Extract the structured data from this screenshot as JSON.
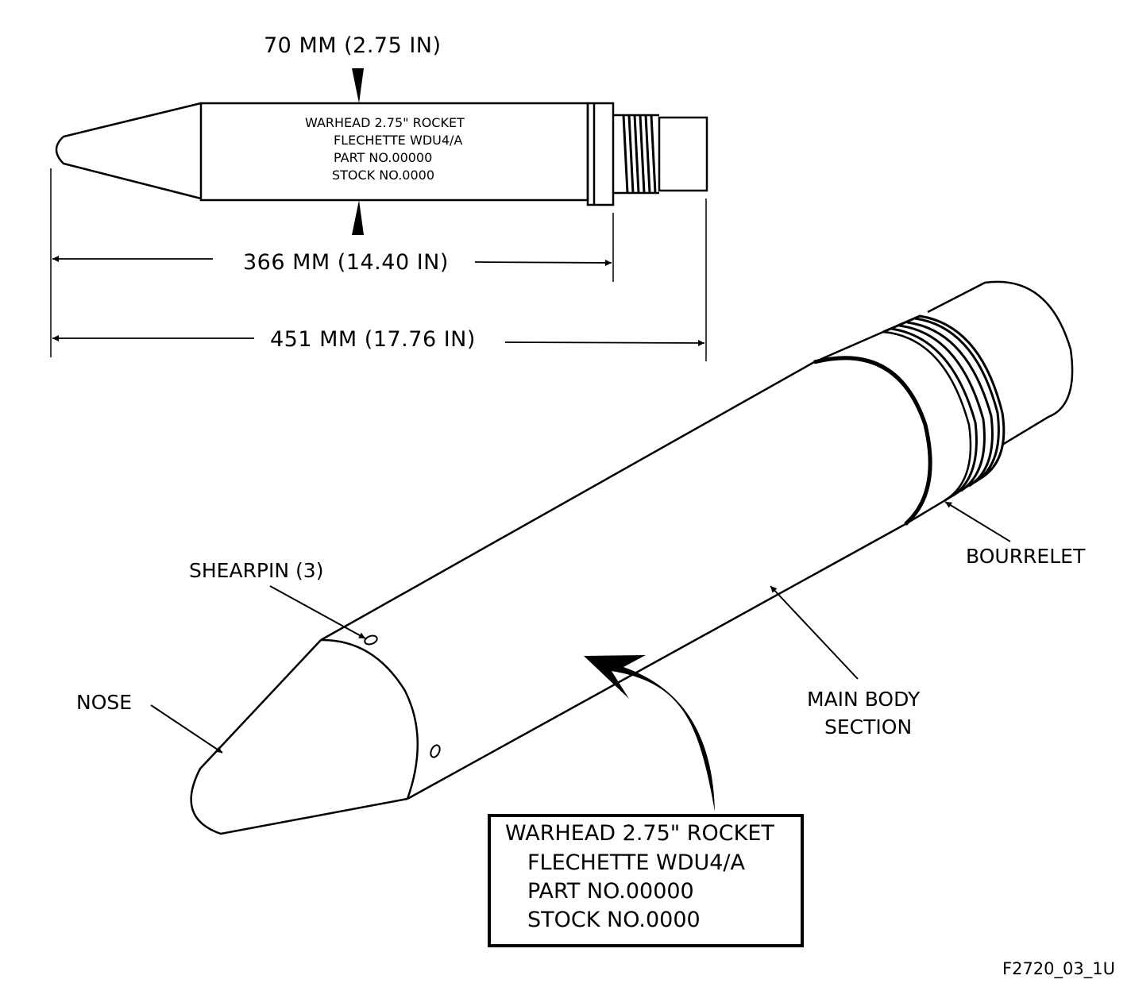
{
  "dimensions": {
    "diameter": "70 MM (2.75 IN)",
    "body_length": "366 MM (14.40 IN)",
    "overall_length": "451 MM (17.76 IN)"
  },
  "side_view_marking": {
    "line1": "WARHEAD 2.75\" ROCKET",
    "line2": "FLECHETTE WDU4/A",
    "line3": "PART NO.00000",
    "line4": "STOCK NO.0000"
  },
  "callouts": {
    "shearpin": "SHEARPIN (3)",
    "nose": "NOSE",
    "bourrelet": "BOURRELET",
    "main_body_1": "MAIN BODY",
    "main_body_2": "SECTION"
  },
  "marking_plate": {
    "line1": "WARHEAD 2.75\" ROCKET",
    "line2": "FLECHETTE WDU4/A",
    "line3": "PART NO.00000",
    "line4": "STOCK NO.0000"
  },
  "figure_id": "F2720_03_1U"
}
